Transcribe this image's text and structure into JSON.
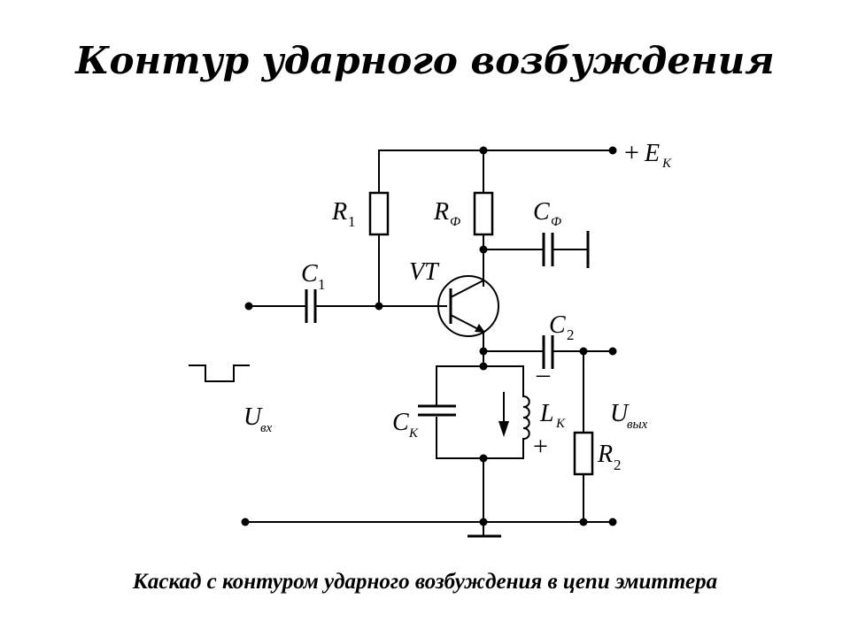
{
  "title": "Контур ударного возбуждения",
  "caption": "Каскад с контуром ударного возбуждения в цепи эмиттера",
  "labels": {
    "supply": {
      "sign": "+",
      "main": "E",
      "sub": "К"
    },
    "r1": {
      "main": "R",
      "sub": "1"
    },
    "rf": {
      "main": "R",
      "sub": "Ф"
    },
    "cf": {
      "main": "C",
      "sub": "Ф"
    },
    "c1": {
      "main": "C",
      "sub": "1"
    },
    "vt": {
      "main": "VT"
    },
    "c2": {
      "main": "C",
      "sub": "2"
    },
    "ck": {
      "main": "C",
      "sub": "К"
    },
    "lk": {
      "main": "L",
      "sub": "К"
    },
    "r2": {
      "main": "R",
      "sub": "2"
    },
    "uin": {
      "main": "U",
      "sub": "вх"
    },
    "uout": {
      "main": "U",
      "sub": "вых"
    },
    "minus": "–",
    "plus": "+"
  }
}
